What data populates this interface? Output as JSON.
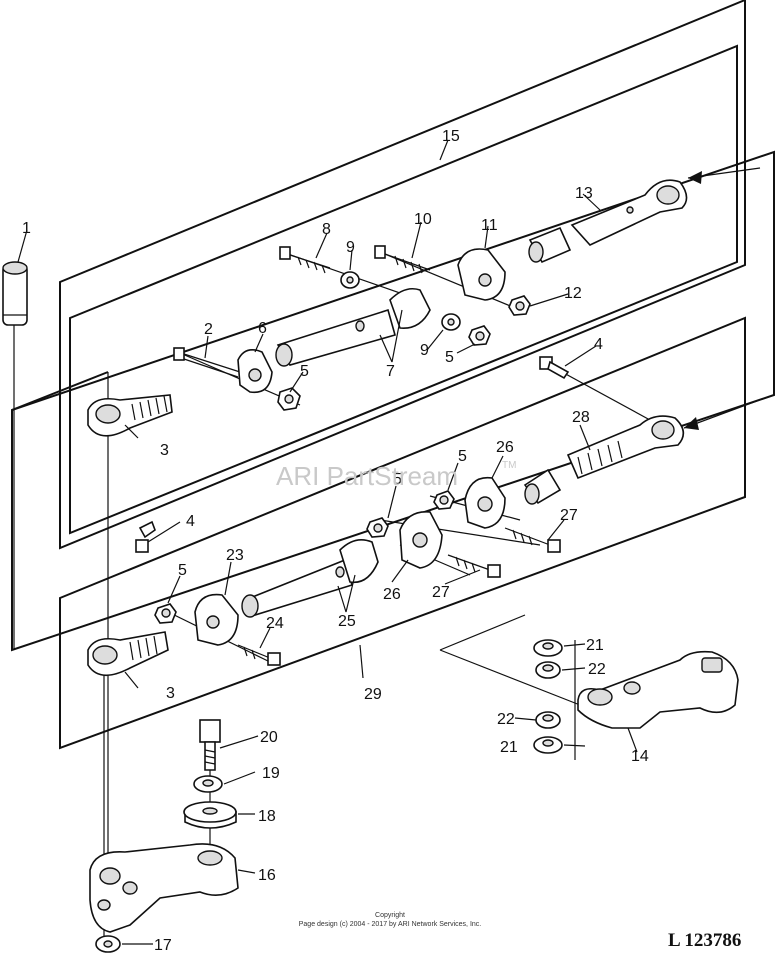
{
  "labels": [
    {
      "id": "1",
      "text": "1"
    },
    {
      "id": "2",
      "text": "2"
    },
    {
      "id": "3a",
      "text": "3"
    },
    {
      "id": "3b",
      "text": "3"
    },
    {
      "id": "4a",
      "text": "4"
    },
    {
      "id": "4b",
      "text": "4"
    },
    {
      "id": "5a",
      "text": "5"
    },
    {
      "id": "5b",
      "text": "5"
    },
    {
      "id": "5c",
      "text": "5"
    },
    {
      "id": "5d",
      "text": "5"
    },
    {
      "id": "5e",
      "text": "5"
    },
    {
      "id": "6",
      "text": "6"
    },
    {
      "id": "7",
      "text": "7"
    },
    {
      "id": "8",
      "text": "8"
    },
    {
      "id": "9a",
      "text": "9"
    },
    {
      "id": "9b",
      "text": "9"
    },
    {
      "id": "10",
      "text": "10"
    },
    {
      "id": "11",
      "text": "11"
    },
    {
      "id": "12",
      "text": "12"
    },
    {
      "id": "13",
      "text": "13"
    },
    {
      "id": "14",
      "text": "14"
    },
    {
      "id": "15",
      "text": "15"
    },
    {
      "id": "16",
      "text": "16"
    },
    {
      "id": "17",
      "text": "17"
    },
    {
      "id": "18",
      "text": "18"
    },
    {
      "id": "19",
      "text": "19"
    },
    {
      "id": "20",
      "text": "20"
    },
    {
      "id": "21a",
      "text": "21"
    },
    {
      "id": "21b",
      "text": "21"
    },
    {
      "id": "22a",
      "text": "22"
    },
    {
      "id": "22b",
      "text": "22"
    },
    {
      "id": "23",
      "text": "23"
    },
    {
      "id": "24",
      "text": "24"
    },
    {
      "id": "25",
      "text": "25"
    },
    {
      "id": "26a",
      "text": "26"
    },
    {
      "id": "26b",
      "text": "26"
    },
    {
      "id": "27a",
      "text": "27"
    },
    {
      "id": "27b",
      "text": "27"
    },
    {
      "id": "28",
      "text": "28"
    },
    {
      "id": "29",
      "text": "29"
    }
  ],
  "watermark": {
    "text": "ARI PartStream",
    "tm": "TM"
  },
  "copyright": {
    "line1": "Copyright",
    "line2": "Page design (c) 2004 - 2017 by ARI Network Services, Inc."
  },
  "reference": "L 123786"
}
